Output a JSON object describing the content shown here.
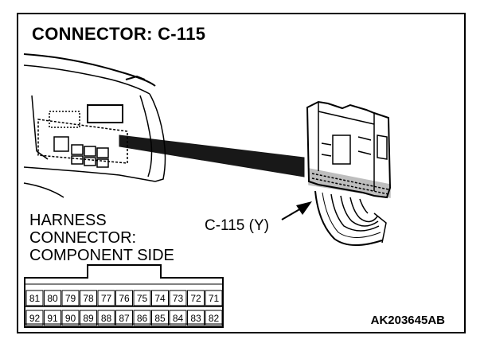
{
  "title": "CONNECTOR: C-115",
  "harness_label": {
    "line1": "HARNESS",
    "line2": "CONNECTOR:",
    "line3": "COMPONENT SIDE"
  },
  "callout": "C-115 (Y)",
  "figure_code": "AK203645AB",
  "connector": {
    "top_row": [
      "81",
      "80",
      "79",
      "78",
      "77",
      "76",
      "75",
      "74",
      "73",
      "72",
      "71"
    ],
    "bottom_row": [
      "92",
      "91",
      "90",
      "89",
      "88",
      "87",
      "86",
      "85",
      "84",
      "83",
      "82"
    ]
  }
}
